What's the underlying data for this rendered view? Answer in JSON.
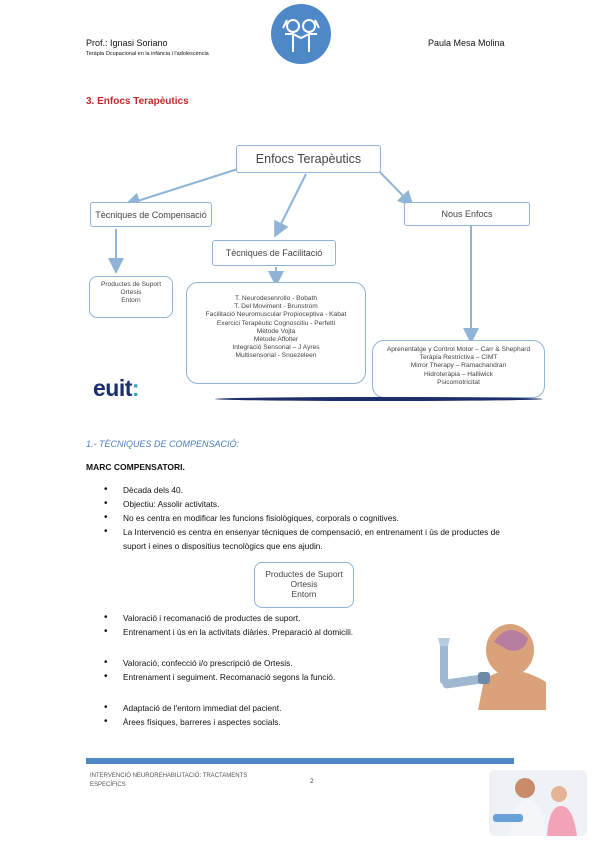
{
  "header": {
    "author": "Prof.: Ignasi Soriano",
    "course": "Teràpia Ocupacional en la infància i l'adolescència",
    "student": "Paula Mesa Molina"
  },
  "section_title": "3.   Enfocs Terapèutics",
  "diagram": {
    "root": "Enfocs Terapèutics",
    "compensation": "Tècniques de Compensació",
    "compensation_items": [
      "Productes de Suport",
      "Ortesis",
      "Entorn"
    ],
    "facilitation": "Tècniques de Facilitació",
    "facilitation_items": [
      "T. Neurodesenrollo - Bobath",
      "T. Del Moviment - Brunstrom",
      "Facilitació Neuromuscular Propioceptiva - Kabat",
      "Exercici Terapèutic Cognoscitiu - Perfetti",
      "Mètode Vojta",
      "Mètode Affolter",
      "Integració Sensorial – J Ayres",
      "Multisensorial - Snoezeleen"
    ],
    "new": "Nous Enfocs",
    "new_items": [
      "Aprenentatge y Control Motor – Carr & Shephard",
      "Teràpia Restrictiva – CIMT",
      "Mirror Therapy – Ramachandran",
      "Hidroteràpia – Halliwick",
      "Psicomotricitat"
    ]
  },
  "logo": {
    "text": "euit",
    "accent": ":"
  },
  "subheading": "1.- TÈCNIQUES DE COMPENSACIÓ:",
  "marc": "MARC COMPENSATORI.",
  "bullets_1": [
    "Dècada dels 40.",
    "Objectiu: Assolir activitats.",
    "No es centra en modificar les funcions fisiològiques, corporals o cognitives.",
    "La Intervenció es centra en ensenyar tècniques de compensació, en entrenament i ús de productes de suport i eines o dispositius tecnològics que ens ajudin."
  ],
  "small_box_items": [
    "Productes de Suport",
    "Ortesis",
    "Entorn"
  ],
  "bullets_2": [
    "Valoració i recomanació de productes de suport.",
    "Entrenament i ús en la activitats diàries. Preparació al domicili."
  ],
  "bullets_3": [
    "Valoració, confecció i/o prescripció de Ortesis.",
    "Entrenament i seguiment. Recomanació segons la funció."
  ],
  "bullets_4": [
    "Adaptació de l'entorn immediat del pacient.",
    "Àrees físiques, barreres i aspectes socials."
  ],
  "footer": {
    "text_line1": "INTERVENCIÓ NEUROREHABILITACIÓ: TRACTAMENTS",
    "text_line2": "ESPECÍFICS",
    "page": "2"
  },
  "colors": {
    "accent_blue": "#4f88c6",
    "title_red": "#c0282b",
    "box_border": "#8fb4d8",
    "dark_navy": "#1d2f6b"
  }
}
